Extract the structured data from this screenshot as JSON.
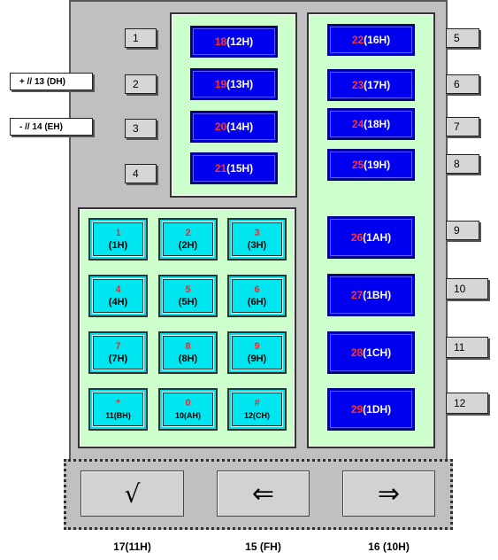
{
  "side_labels_left": [
    "1",
    "2",
    "3",
    "4"
  ],
  "side_labels_right": [
    "5",
    "6",
    "7",
    "8",
    "9",
    "10",
    "11",
    "12"
  ],
  "notes": {
    "plus": "+ // 13 (DH)",
    "minus": "- // 14 (EH)"
  },
  "blue_keys_top": [
    {
      "num": "18",
      "code": " (12H)"
    },
    {
      "num": "19",
      "code": "(13H)"
    },
    {
      "num": "20",
      "code": "(14H)"
    },
    {
      "num": "21",
      "code": " (15H)"
    }
  ],
  "blue_keys_right": [
    {
      "num": "22",
      "code": "(16H)"
    },
    {
      "num": "23",
      "code": "(17H)"
    },
    {
      "num": "24",
      "code": "(18H)"
    },
    {
      "num": "25",
      "code": "(19H)"
    },
    {
      "num": "26",
      "code": "(1AH)"
    },
    {
      "num": "27",
      "code": "(1BH)"
    },
    {
      "num": "28",
      "code": "(1CH)"
    },
    {
      "num": "29",
      "code": "(1DH)"
    }
  ],
  "keypad": [
    {
      "num": "1",
      "code": "(1H)"
    },
    {
      "num": "2",
      "code": "(2H)"
    },
    {
      "num": "3",
      "code": "(3H)"
    },
    {
      "num": "4",
      "code": "(4H)"
    },
    {
      "num": "5",
      "code": "(5H)"
    },
    {
      "num": "6",
      "code": "(6H)"
    },
    {
      "num": "7",
      "code": "(7H)"
    },
    {
      "num": "8",
      "code": "(8H)"
    },
    {
      "num": "9",
      "code": "(9H)"
    },
    {
      "num": "*",
      "code": "11(BH)"
    },
    {
      "num": "0",
      "code": "10(AH)"
    },
    {
      "num": "#",
      "code": "12(CH)"
    }
  ],
  "bottom_buttons": [
    {
      "symbol": "√",
      "label": "17(11H)",
      "icon": "check-root-icon"
    },
    {
      "symbol": "⇐",
      "label": "15 (FH)",
      "icon": "left-arrow-icon"
    },
    {
      "symbol": "⇒",
      "label": "16 (10H)",
      "icon": "right-arrow-icon"
    }
  ]
}
